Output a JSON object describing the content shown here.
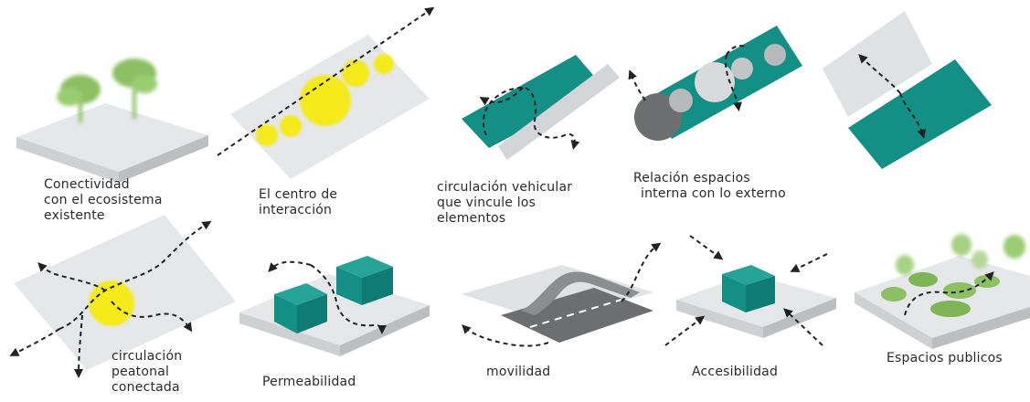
{
  "colors": {
    "teal": "#148f86",
    "yellow": "#f4ea1f",
    "slab_top": "#e6e7e9",
    "slab_side": "#c9cacc",
    "tree_green": "#8cc063",
    "arrow": "#222222"
  },
  "diagrams": [
    {
      "id": "conectividad",
      "lines": [
        "Conectividad",
        "con el ecosistema",
        "existente"
      ]
    },
    {
      "id": "centro",
      "lines": [
        "El centro de",
        "interacción"
      ]
    },
    {
      "id": "circulacion-vehicular",
      "lines": [
        "circulación vehicular",
        "que vincule los",
        "elementos"
      ]
    },
    {
      "id": "relacion",
      "lines": [
        "Relación espacios",
        "interna con lo externo"
      ]
    },
    {
      "id": "direcciones",
      "lines": []
    },
    {
      "id": "circulacion-peatonal",
      "lines": [
        "circulación",
        "peatonal",
        "conectada"
      ]
    },
    {
      "id": "permeabilidad",
      "lines": [
        "Permeabilidad"
      ]
    },
    {
      "id": "movilidad",
      "lines": [
        "movilidad"
      ]
    },
    {
      "id": "accesibilidad",
      "lines": [
        "Accesibilidad"
      ]
    },
    {
      "id": "espacios-publicos",
      "lines": [
        "Espacios publicos"
      ]
    }
  ]
}
